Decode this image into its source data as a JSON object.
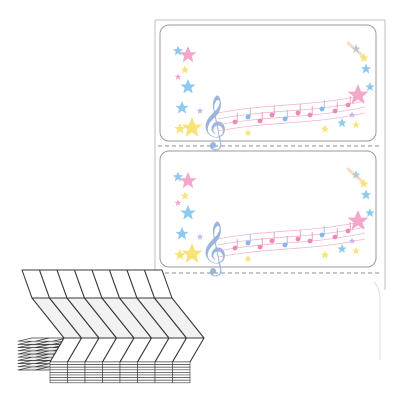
{
  "colors": {
    "sheet_border": "#bfbfbf",
    "label_border": "#9a9a9a",
    "perforation": "#8c8c8c",
    "stack_stroke": "#3a3a3a",
    "stack_fill": "#ffffff",
    "stack_shadow": "#d6d6d6",
    "star_pink": "#f4a7c9",
    "star_blue": "#8ec9ee",
    "star_yellow": "#f7e37a",
    "star_purple": "#c7b5ea",
    "note_pink": "#e98bb6",
    "note_blue": "#86b8e6",
    "clef": "#9bb6dd",
    "staff": "#f0a8c8"
  },
  "labels": [
    {
      "design": "music-stars"
    },
    {
      "design": "music-stars"
    }
  ],
  "stack": {
    "columns": 8,
    "tiers": 3
  }
}
